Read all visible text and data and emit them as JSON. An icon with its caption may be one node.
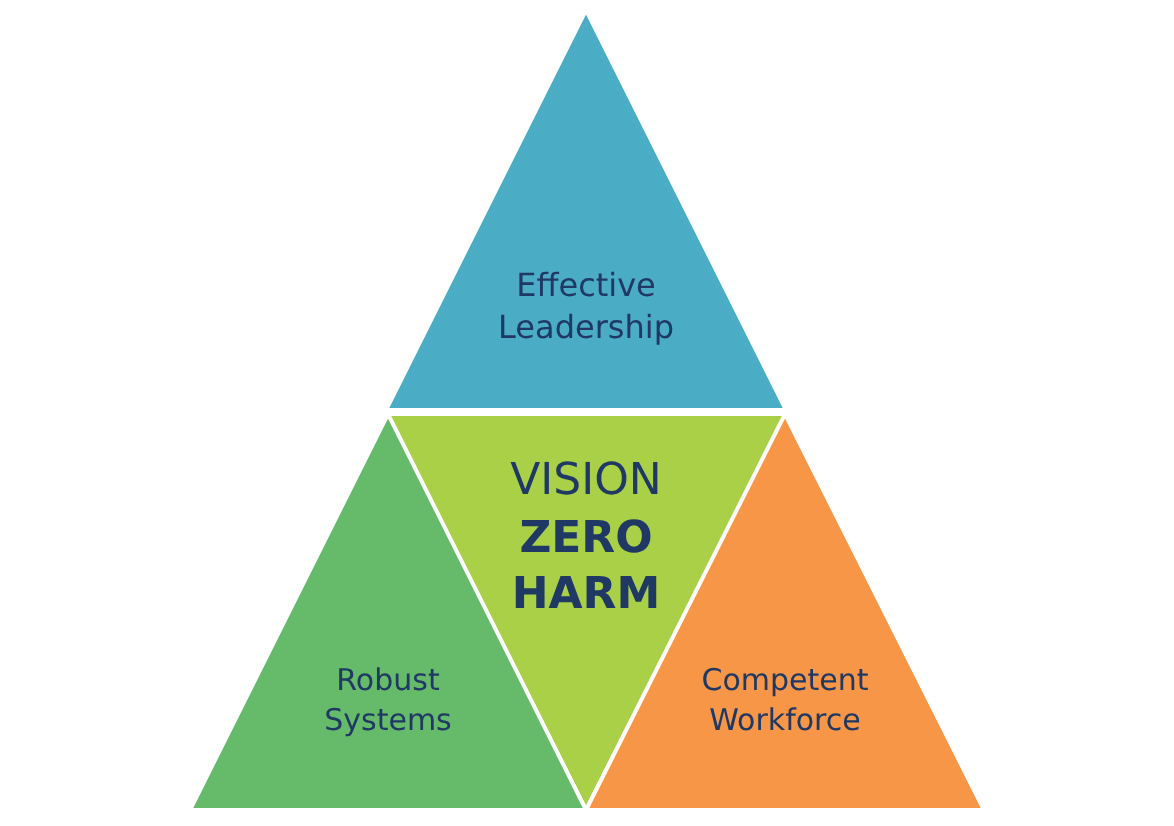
{
  "diagram": {
    "nodes": [
      {
        "text": [
          "Effective Leadership"
        ]
      },
      {
        "text": [
          "VISION",
          "ZERO HARM"
        ]
      },
      {
        "text": [
          "Robust Systems"
        ]
      },
      {
        "text": [
          "Competent Workforce"
        ]
      }
    ]
  }
}
